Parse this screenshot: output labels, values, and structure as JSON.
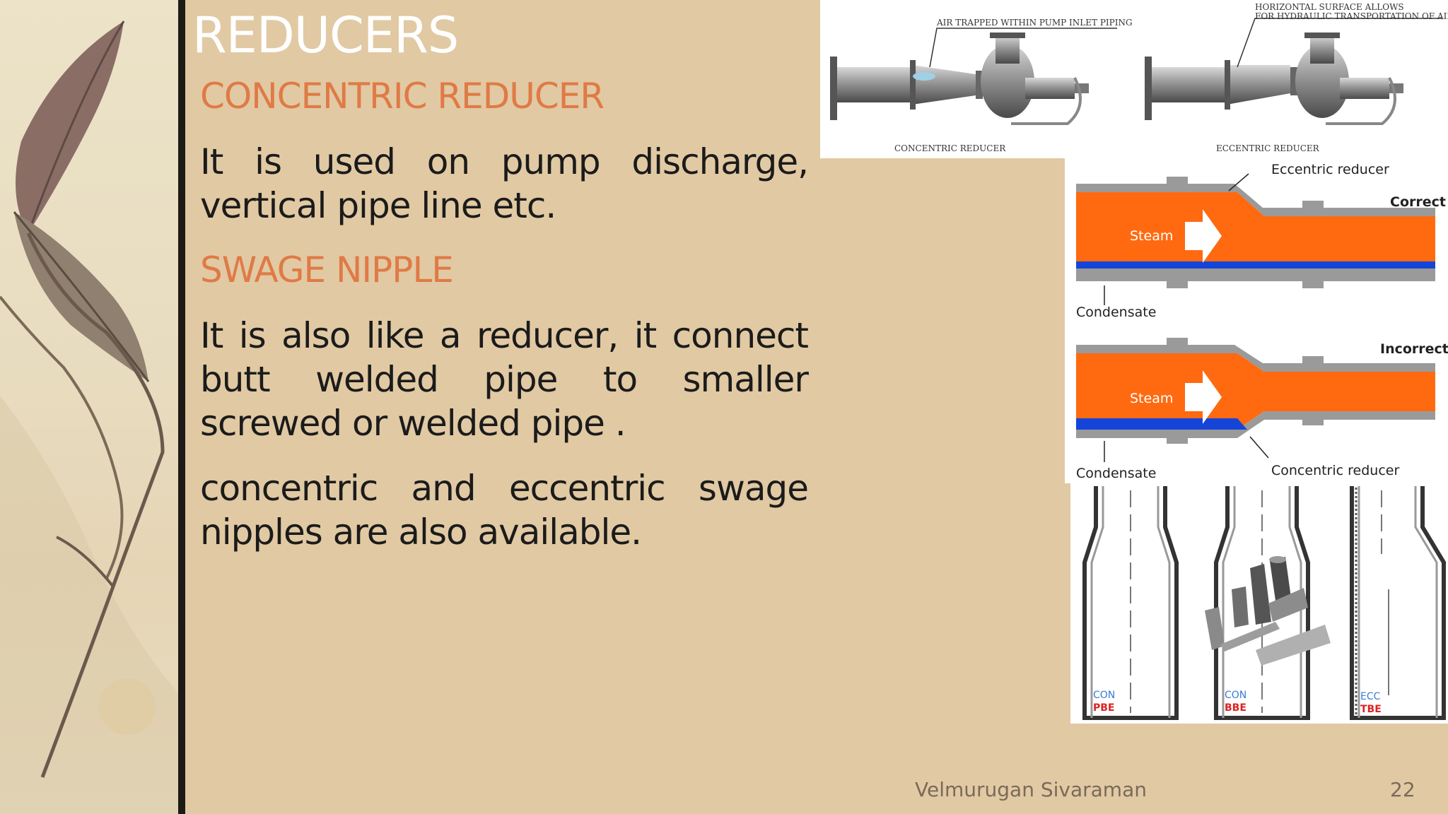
{
  "slide": {
    "title": "REDUCERS",
    "heading1": "CONCENTRIC REDUCER",
    "para1": "It is used on pump discharge, vertical pipe line etc.",
    "heading2": "SWAGE NIPPLE",
    "para2": "It is also like a reducer, it connect butt welded pipe to smaller screwed or welded pipe .",
    "para3": "concentric and eccentric swage nipples are also available."
  },
  "footer": {
    "author": "Velmurugan Sivaraman",
    "page": "22"
  },
  "figure_pump": {
    "left_callout": "AIR TRAPPED WITHIN PUMP INLET PIPING",
    "left_caption": "CONCENTRIC REDUCER",
    "right_callout_line1": "HORIZONTAL SURFACE ALLOWS",
    "right_callout_line2": "FOR HYDRAULIC TRANSPORTATION OF AIR",
    "right_caption": "ECCENTRIC REDUCER"
  },
  "figure_steam": {
    "top_label": "Eccentric reducer",
    "correct": "Correct",
    "steam1": "Steam",
    "condensate1": "Condensate",
    "incorrect": "Incorrect",
    "steam2": "Steam",
    "condensate2": "Condensate",
    "bottom_label": "Concentric reducer"
  },
  "figure_nipples": {
    "n1_top": "CON",
    "n1_bottom": "PBE",
    "n2_top": "CON",
    "n2_bottom": "BBE",
    "n3_top": "ECC",
    "n3_bottom": "TBE"
  },
  "colors": {
    "background": "#e1c9a3",
    "heading": "#e07a46",
    "steam": "#ff6a10",
    "condensate": "#1545d8"
  }
}
